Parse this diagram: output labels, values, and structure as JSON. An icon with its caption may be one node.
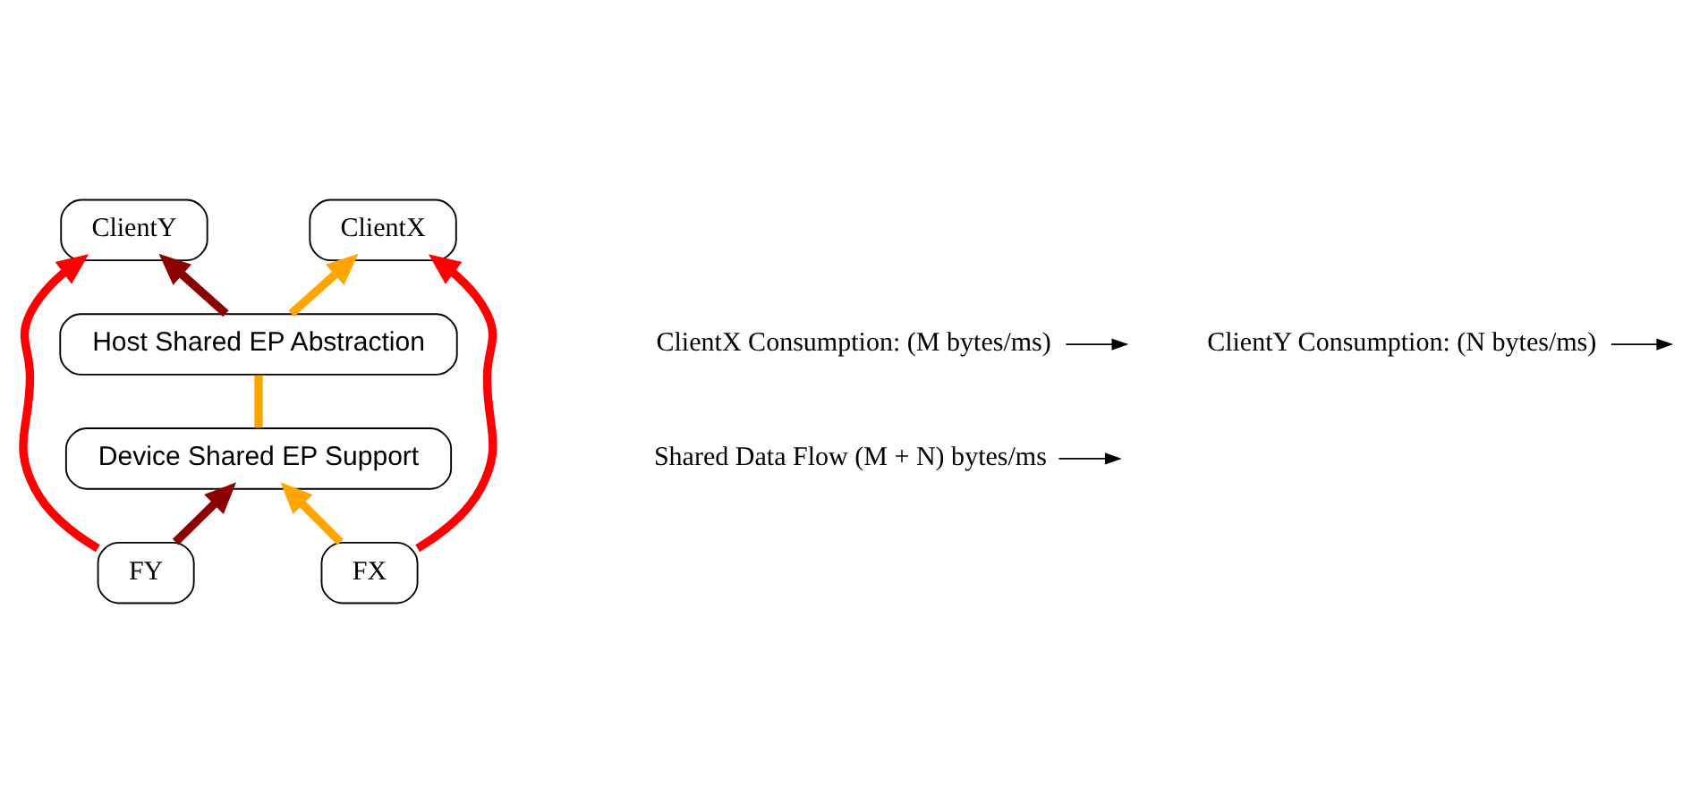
{
  "diagram": {
    "nodes": [
      {
        "text": [
          "ClientX"
        ]
      },
      {
        "text": [
          "ClientY"
        ]
      },
      {
        "text": [
          "Host Shared EP Abstraction"
        ]
      },
      {
        "text": [
          "Device Shared EP Support"
        ]
      },
      {
        "text": [
          "FX"
        ]
      },
      {
        "text": [
          "FY"
        ]
      },
      {
        "text": [
          "ClientX Consumption: (M bytes/ms)"
        ]
      },
      {
        "text": [
          "ClientY Consumption: (N bytes/ms)"
        ]
      },
      {
        "text": [
          "Shared Data Flow (M + N) bytes/ms"
        ]
      }
    ],
    "edges": [
      {
        "from": 4,
        "to": 0,
        "arrow": "to",
        "color": "#ff0000"
      },
      {
        "from": 5,
        "to": 1,
        "arrow": "to",
        "color": "#ff0000"
      },
      {
        "from": 4,
        "to": 3,
        "arrow": "to",
        "color": "#ffa500"
      },
      {
        "from": 5,
        "to": 3,
        "arrow": "to",
        "color": "#8b0000"
      },
      {
        "from": 3,
        "to": 2,
        "arrow": "none",
        "color": "#ffa500"
      },
      {
        "from": 2,
        "to": 0,
        "arrow": "to",
        "color": "#ffa500"
      },
      {
        "from": 2,
        "to": 1,
        "arrow": "to",
        "color": "#8b0000"
      },
      {
        "from": 6,
        "to": null,
        "arrow": "to",
        "color": "#000000"
      },
      {
        "from": 7,
        "to": null,
        "arrow": "to",
        "color": "#000000"
      },
      {
        "from": 8,
        "to": null,
        "arrow": "to",
        "color": "#000000"
      }
    ]
  }
}
